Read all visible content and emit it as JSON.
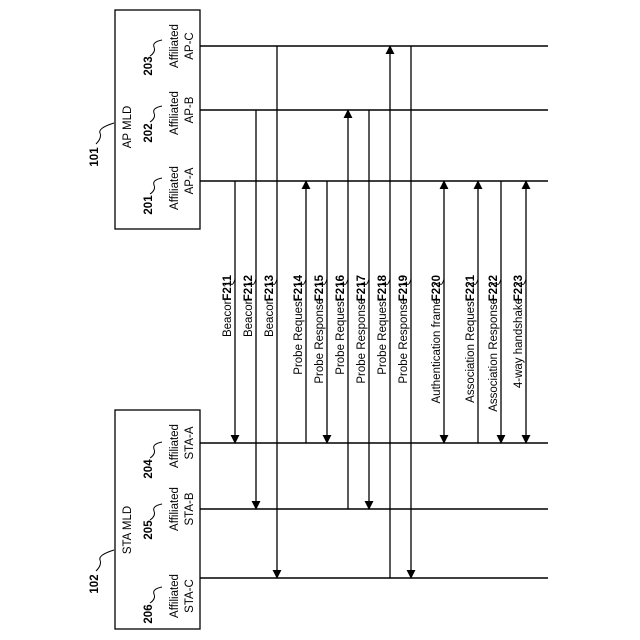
{
  "ap_mld": {
    "ref": "101",
    "title": "AP MLD",
    "affiliates": [
      {
        "ref": "201",
        "line1": "Affiliated",
        "line2": "AP-A"
      },
      {
        "ref": "202",
        "line1": "Affiliated",
        "line2": "AP-B"
      },
      {
        "ref": "203",
        "line1": "Affiliated",
        "line2": "AP-C"
      }
    ]
  },
  "sta_mld": {
    "ref": "102",
    "title": "STA MLD",
    "affiliates": [
      {
        "ref": "204",
        "line1": "Affiliated",
        "line2": "STA-A"
      },
      {
        "ref": "205",
        "line1": "Affiliated",
        "line2": "STA-B"
      },
      {
        "ref": "206",
        "line1": "Affiliated",
        "line2": "STA-C"
      }
    ]
  },
  "messages": [
    {
      "id": "F211",
      "label": "Beacon",
      "link": "A",
      "direction": "to_sta"
    },
    {
      "id": "F212",
      "label": "Beacon",
      "link": "B",
      "direction": "to_sta"
    },
    {
      "id": "F213",
      "label": "Beacon",
      "link": "C",
      "direction": "to_sta"
    },
    {
      "id": "F214",
      "label": "Probe Request",
      "link": "A",
      "direction": "to_ap"
    },
    {
      "id": "F215",
      "label": "Probe Response",
      "link": "A",
      "direction": "to_sta"
    },
    {
      "id": "F216",
      "label": "Probe Request",
      "link": "B",
      "direction": "to_ap"
    },
    {
      "id": "F217",
      "label": "Probe Response",
      "link": "B",
      "direction": "to_sta"
    },
    {
      "id": "F218",
      "label": "Probe Request",
      "link": "C",
      "direction": "to_ap"
    },
    {
      "id": "F219",
      "label": "Probe Response",
      "link": "C",
      "direction": "to_sta"
    },
    {
      "id": "F220",
      "label": "Authentication frame",
      "link": "A",
      "direction": "both"
    },
    {
      "id": "F221",
      "label": "Association Request",
      "link": "A",
      "direction": "to_ap"
    },
    {
      "id": "F222",
      "label": "Association Response",
      "link": "A",
      "direction": "to_sta"
    },
    {
      "id": "F223",
      "label": "4-way handshake",
      "link": "A",
      "direction": "both"
    }
  ]
}
